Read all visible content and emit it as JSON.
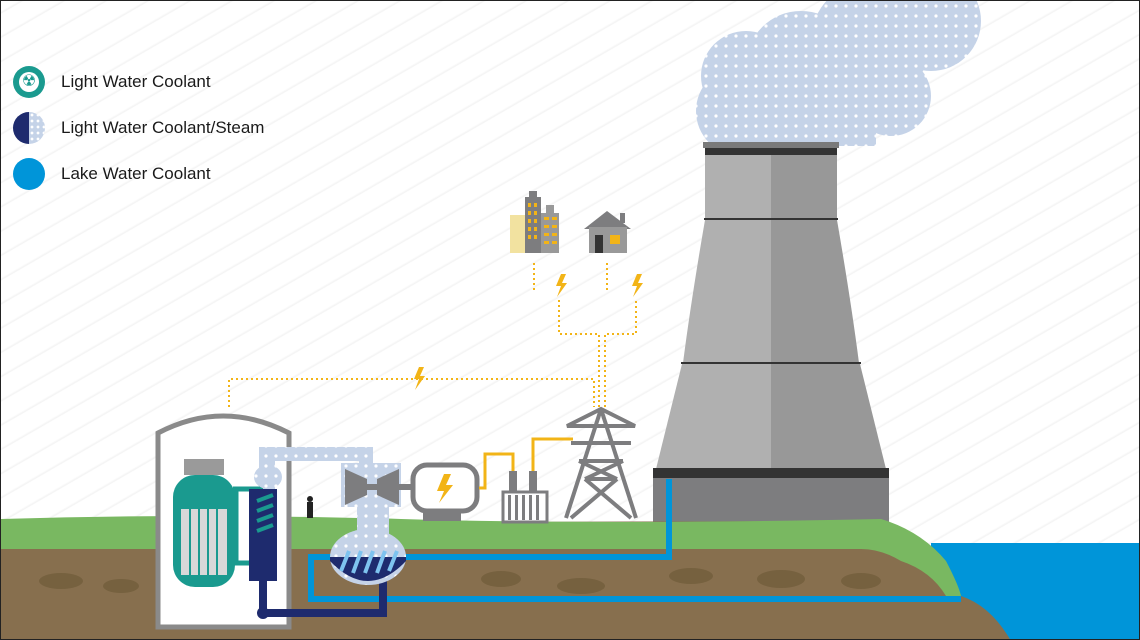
{
  "legend": {
    "items": [
      {
        "key": "light-water",
        "label": "Light Water Coolant",
        "color": "#1a9a8f",
        "icon": "radiation-icon"
      },
      {
        "key": "steam",
        "label": "Light Water Coolant/Steam",
        "color": "#1e2b6e",
        "color_secondary": "#c5d3e8",
        "icon": "half-steam-icon"
      },
      {
        "key": "lake-water",
        "label": "Lake Water Coolant",
        "color": "#0095d9",
        "icon": "water-drop-icon"
      }
    ],
    "radiation_glyph": "☢"
  },
  "colors": {
    "grass": "#79b861",
    "soil": "#876f4e",
    "soil_dark": "#76613f",
    "lake": "#0095d9",
    "tower_light": "#b0b0b0",
    "tower_dark": "#989898",
    "tower_band": "#333333",
    "steam": "#c5d3e8",
    "reactor_teal": "#1a9a8f",
    "navy": "#1e2b6e",
    "power": "#f2b417",
    "gray": "#7d7d7f"
  },
  "diagram": {
    "components": [
      "containment-building",
      "reactor-vessel",
      "steam-generator",
      "turbine",
      "generator",
      "transformer",
      "transmission-tower",
      "cooling-tower",
      "condenser",
      "lake",
      "city-buildings",
      "house"
    ]
  }
}
